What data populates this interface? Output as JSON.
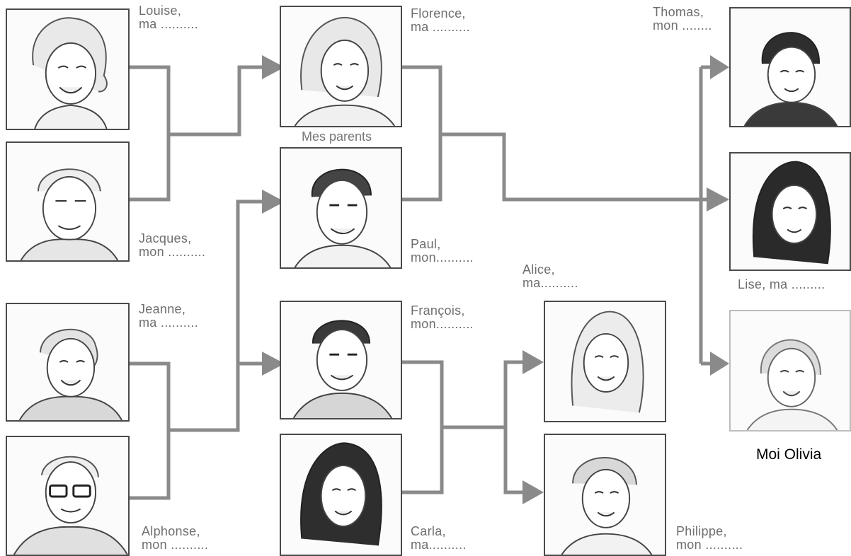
{
  "people": {
    "louise": {
      "name": "Louise,",
      "relation": "ma .........."
    },
    "jacques": {
      "name": "Jacques,",
      "relation": "mon .........."
    },
    "jeanne": {
      "name": "Jeanne,",
      "relation": "ma .........."
    },
    "alphonse": {
      "name": "Alphonse,",
      "relation": "mon .........."
    },
    "florence": {
      "name": "Florence,",
      "relation": "ma .........."
    },
    "paul": {
      "name": "Paul,",
      "relation": "mon.........."
    },
    "francois": {
      "name": "François,",
      "relation": "mon.........."
    },
    "carla": {
      "name": "Carla,",
      "relation": "ma.........."
    },
    "alice": {
      "name": "Alice,",
      "relation": "ma.........."
    },
    "philippe": {
      "name": "Philippe,",
      "relation": "mon .........."
    },
    "thomas": {
      "name": "Thomas,",
      "relation": "mon ........"
    },
    "lise": {
      "name": "Lise, ma .........",
      "relation": ""
    }
  },
  "captions": {
    "parents": "Mes parents",
    "moi": "Moi Olivia"
  },
  "colors": {
    "line": "#8a8a8a",
    "frame": "#4a4a4a",
    "label": "#6e6e6e"
  }
}
